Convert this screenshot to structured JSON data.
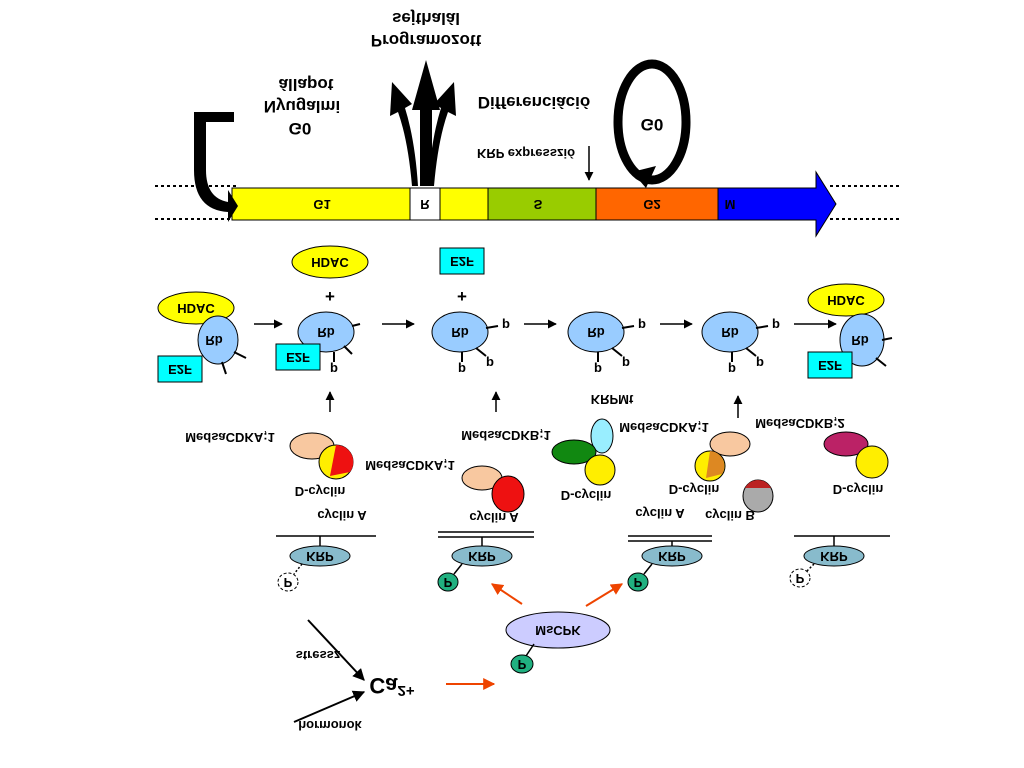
{
  "colors": {
    "g1": "#ffff00",
    "r": "#ffffff",
    "s": "#99cc00",
    "g2": "#ff6600",
    "m": "#0000ff",
    "hdac": "#ffff00",
    "e2f": "#00ffff",
    "rb": "#99ccff",
    "krp": "#88bbcc",
    "phos": "#20b080",
    "orange_arrow": "#ee4400",
    "cdk_tan": "#f8c8a0",
    "cyclin_red": "#ee1111",
    "cyclin_yellow": "#ffee00",
    "mscpk": "#ccccff"
  },
  "top": {
    "g0_left": "G0",
    "nyugalmi": "Nyugalmi",
    "allapot": "állapot",
    "programozott": "Programozott",
    "sejthalal": "sejthalál",
    "differenciacio": "Differenciáció",
    "g0_right": "G0",
    "krp_expresszio": "KRP expresszió"
  },
  "phases": {
    "g1": "G1",
    "r": "R",
    "s": "S",
    "g2": "G2",
    "m": "M"
  },
  "row": {
    "hdac": "HDAC",
    "e2f": "E2F",
    "rb": "Rb",
    "p": "p",
    "plus": "+"
  },
  "complexes": {
    "cdka1_left": "MedsaCDKA;1",
    "dcyclin": "D-cyclin",
    "cdka1_mid": "MedsaCDKA;1",
    "cyclinA": "cyclin A",
    "cdkb1": "MedsaCDKB;1",
    "krpm": "KRPMt",
    "cdka1_right": "MedsaCDKA;1",
    "cyclinB": "cyclin B",
    "cdkb2": "MedsaCDKB;2",
    "krp": "KRP",
    "P": "P"
  },
  "bottom": {
    "mscpk": "MsCPK",
    "stressz": "stressz",
    "hormonok": "hormonok",
    "ca": "Ca",
    "ca_charge": "2+"
  }
}
